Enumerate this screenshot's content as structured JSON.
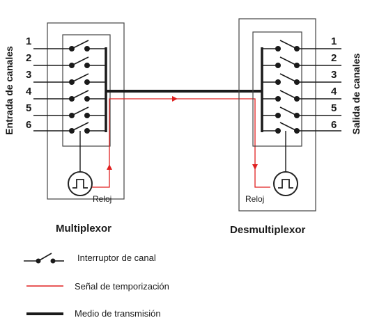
{
  "colors": {
    "line": "#1a1a1a",
    "signal": "#e02020",
    "box": "#444444"
  },
  "mux": {
    "side_label": "Entrada de canales",
    "channels": [
      "1",
      "2",
      "3",
      "4",
      "5",
      "6"
    ],
    "clock_label": "Reloj",
    "title": "Multiplexor"
  },
  "demux": {
    "side_label": "Salida de canales",
    "channels": [
      "1",
      "2",
      "3",
      "4",
      "5",
      "6"
    ],
    "clock_label": "Reloj",
    "title": "Desmultiplexor"
  },
  "legend": {
    "switch_label": "Interruptor de canal",
    "signal_label": "Señal de temporización",
    "medium_label": "Medio de transmisión",
    "switch_icon": "switch-icon"
  }
}
